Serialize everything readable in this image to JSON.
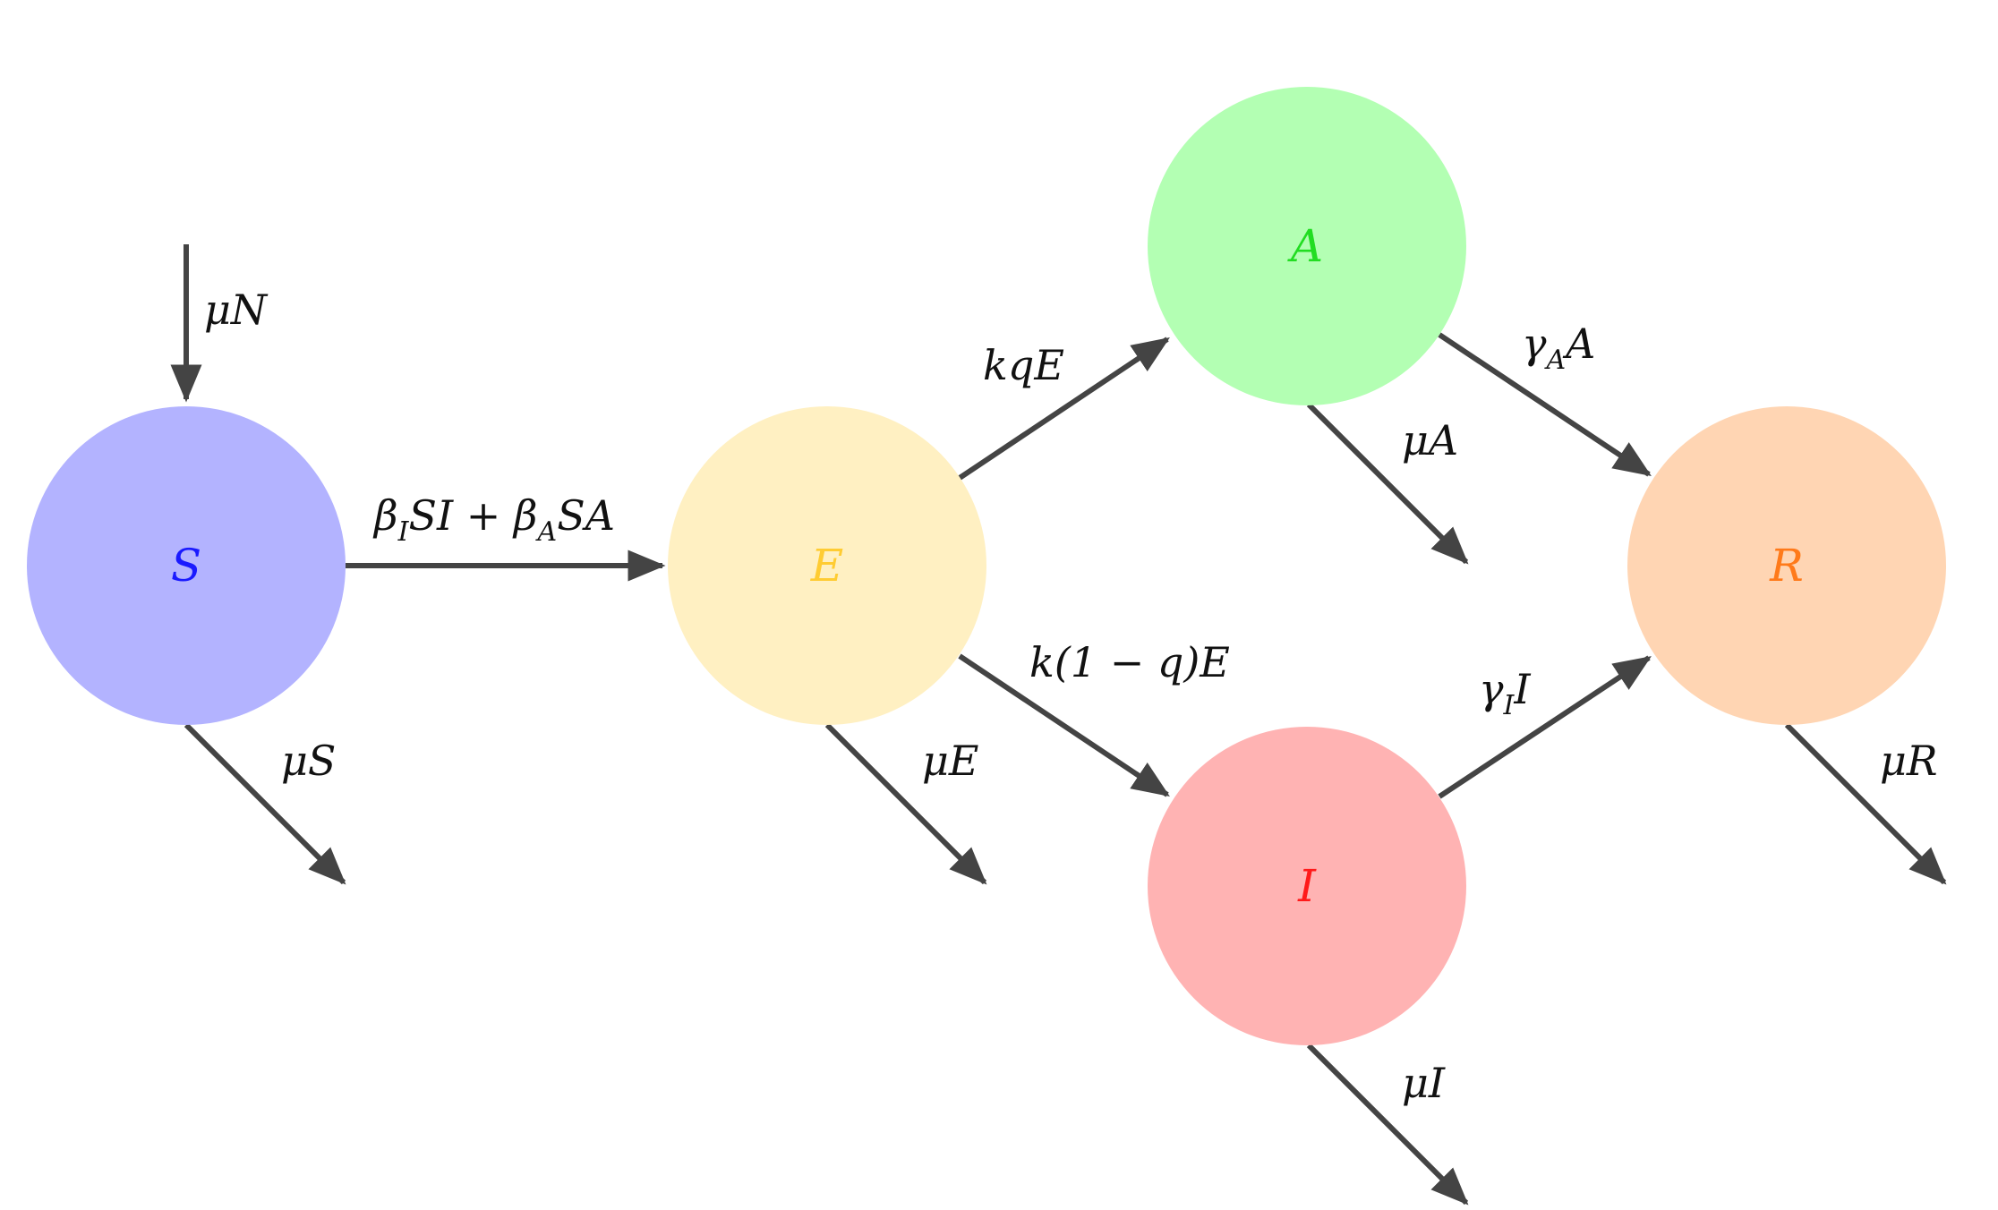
{
  "colors": {
    "arrow": "#444444",
    "S_fill": "#b3b3ff",
    "S_text": "#1a1aff",
    "E_fill": "#fff0c2",
    "E_text": "#ffcc33",
    "A_fill": "#b3ffb3",
    "A_text": "#22dd22",
    "I_fill": "#ffb3b3",
    "I_text": "#ff1a1a",
    "R_fill": "#ffd5b3",
    "R_text": "#ff7a1a"
  },
  "nodes": {
    "S": "S",
    "E": "E",
    "A": "A",
    "I": "I",
    "R": "R"
  },
  "rates": {
    "birth": {
      "a": "μN"
    },
    "infection": {
      "a": "β",
      "a_sub": "I",
      "b": "SI + β",
      "b_sub": "A",
      "c": "SA"
    },
    "to_A": {
      "a": "kqE"
    },
    "to_I": {
      "a": "k(1 − q)E"
    },
    "A_to_R": {
      "a": "γ",
      "a_sub": "A",
      "b": "A"
    },
    "I_to_R": {
      "a": "γ",
      "a_sub": "I",
      "b": "I"
    },
    "death_S": {
      "a": "μS"
    },
    "death_E": {
      "a": "μE"
    },
    "death_A": {
      "a": "μA"
    },
    "death_I": {
      "a": "μI"
    },
    "death_R": {
      "a": "μR"
    }
  }
}
